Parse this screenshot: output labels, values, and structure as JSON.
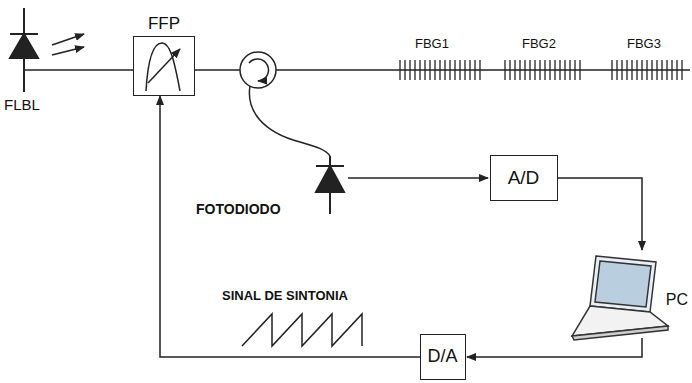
{
  "diagram": {
    "nodes": [
      {
        "text": [
          "FFP"
        ]
      },
      {
        "text": [
          "A/D"
        ]
      },
      {
        "text": [
          "D/A"
        ]
      }
    ],
    "edges": [
      {
        "from": 2,
        "to": 0,
        "arrow": "to"
      }
    ],
    "labels": [
      "FLBL",
      "FBG1",
      "FBG2",
      "FBG3",
      "FOTODIODO",
      "SINAL DE SINTONIA",
      "PC"
    ]
  }
}
